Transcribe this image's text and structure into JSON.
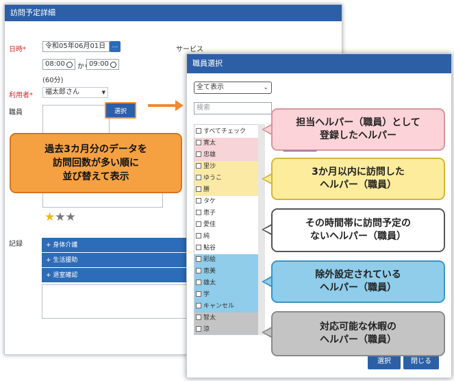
{
  "back_panel": {
    "title": "訪問予定詳細",
    "date_label": "日時",
    "date_required": "*",
    "date_value": "令和05年06月01日",
    "date_picker_label": "...",
    "service_label": "サービス",
    "time_from": "08:00",
    "time_connector": "から",
    "time_to": "09:00",
    "duration": "(60分)",
    "user_label": "利用者",
    "user_required": "*",
    "user_value": "福太郎さん",
    "staff_label": "職員",
    "select_button": "選択",
    "record_label": "記録",
    "records": [
      "+ 身体介護",
      "+ 生活援助",
      "+ 退室確認"
    ],
    "rating": {
      "value": 1,
      "max": 3,
      "filled_color": "#f2b416",
      "empty_color": "#777777"
    }
  },
  "modal": {
    "title": "職員選択",
    "filter_value": "全て表示",
    "search_placeholder": "検索",
    "check_all": "すべてチェック",
    "staff": [
      {
        "name": "寛太",
        "group": "assigned"
      },
      {
        "name": "忠雄",
        "group": "assigned"
      },
      {
        "name": "里沙",
        "group": "recent"
      },
      {
        "name": "ゆうこ",
        "group": "recent"
      },
      {
        "name": "勝",
        "group": "recent"
      },
      {
        "name": "タケ",
        "group": "free"
      },
      {
        "name": "恵子",
        "group": "free"
      },
      {
        "name": "愛佳",
        "group": "free"
      },
      {
        "name": "純",
        "group": "free"
      },
      {
        "name": "鮎谷",
        "group": "free"
      },
      {
        "name": "彩絵",
        "group": "excluded"
      },
      {
        "name": "恵美",
        "group": "excluded"
      },
      {
        "name": "雄太",
        "group": "excluded"
      },
      {
        "name": "学",
        "group": "excluded"
      },
      {
        "name": "キャンセル",
        "group": "excluded"
      },
      {
        "name": "智太",
        "group": "vacation"
      },
      {
        "name": "涼",
        "group": "vacation"
      }
    ],
    "group_colors": {
      "assigned": "#f7d4d8",
      "recent": "#fbeaa6",
      "free": "#ffffff",
      "excluded": "#8fcdea",
      "vacation": "#c4c4c4"
    },
    "peek_button": "登録",
    "select_button": "選択",
    "close_button": "閉じる"
  },
  "callouts": {
    "past": [
      "過去3カ月分のデータを",
      "訪問回数が多い順に",
      "並び替えて表示"
    ],
    "assigned": [
      "担当ヘルパー（職員）として",
      "登録したヘルパー"
    ],
    "recent": [
      "3か月以内に訪問した",
      "ヘルパー（職員）"
    ],
    "free": [
      "その時間帯に訪問予定の",
      "ないヘルパー（職員）"
    ],
    "excluded": [
      "除外設定されている",
      "ヘルパー（職員）"
    ],
    "vacation": [
      "対応可能な休暇の",
      "ヘルパー（職員）"
    ]
  }
}
